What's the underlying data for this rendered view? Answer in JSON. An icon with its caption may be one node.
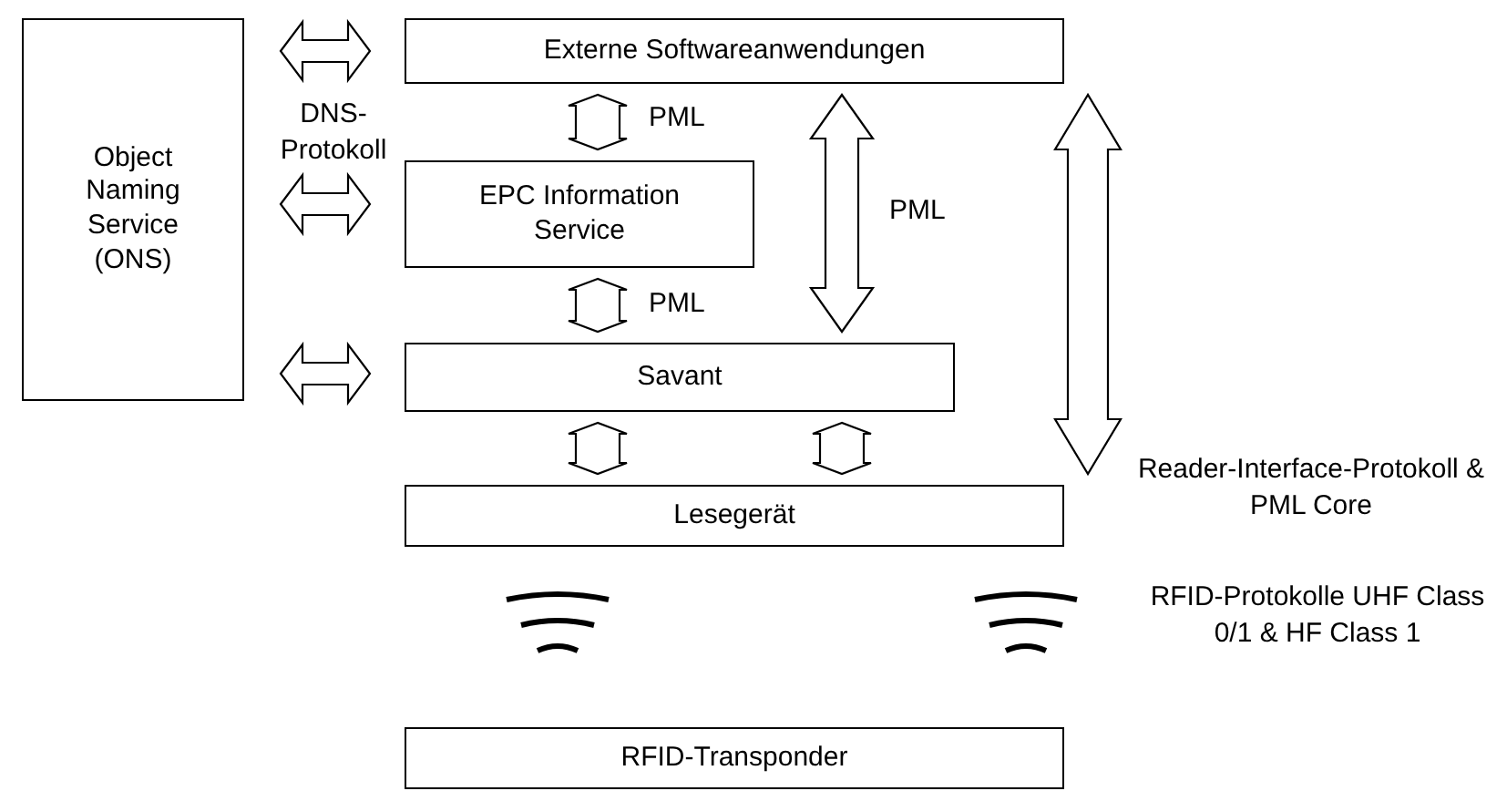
{
  "diagram": {
    "nodes": [
      {
        "text": [
          "Object Naming Service (ONS)"
        ]
      },
      {
        "text": [
          "Externe Softwareanwendungen"
        ]
      },
      {
        "text": [
          "EPC Information Service"
        ]
      },
      {
        "text": [
          "Savant"
        ]
      },
      {
        "text": [
          "Lesegerät"
        ]
      },
      {
        "text": [
          "RFID-Transponder"
        ]
      }
    ],
    "edges": [
      {
        "from": 0,
        "to": 1,
        "arrow": "both"
      },
      {
        "from": 0,
        "to": 2,
        "arrow": "both"
      },
      {
        "from": 0,
        "to": 3,
        "arrow": "both"
      },
      {
        "from": 1,
        "to": 2,
        "arrow": "both",
        "label": "PML"
      },
      {
        "from": 2,
        "to": 3,
        "arrow": "both",
        "label": "PML"
      },
      {
        "from": 1,
        "to": 3,
        "arrow": "both",
        "label": "PML"
      },
      {
        "from": 1,
        "to": 4,
        "arrow": "both"
      },
      {
        "from": 3,
        "to": 4,
        "arrow": "both"
      },
      {
        "from": 3,
        "to": 4,
        "arrow": "both"
      }
    ],
    "labels": [
      "DNS-Protokoll",
      "Reader-Interface-Protokoll & PML Core",
      "RFID-Protokolle UHF Class 0/1 & HF Class 1"
    ]
  }
}
